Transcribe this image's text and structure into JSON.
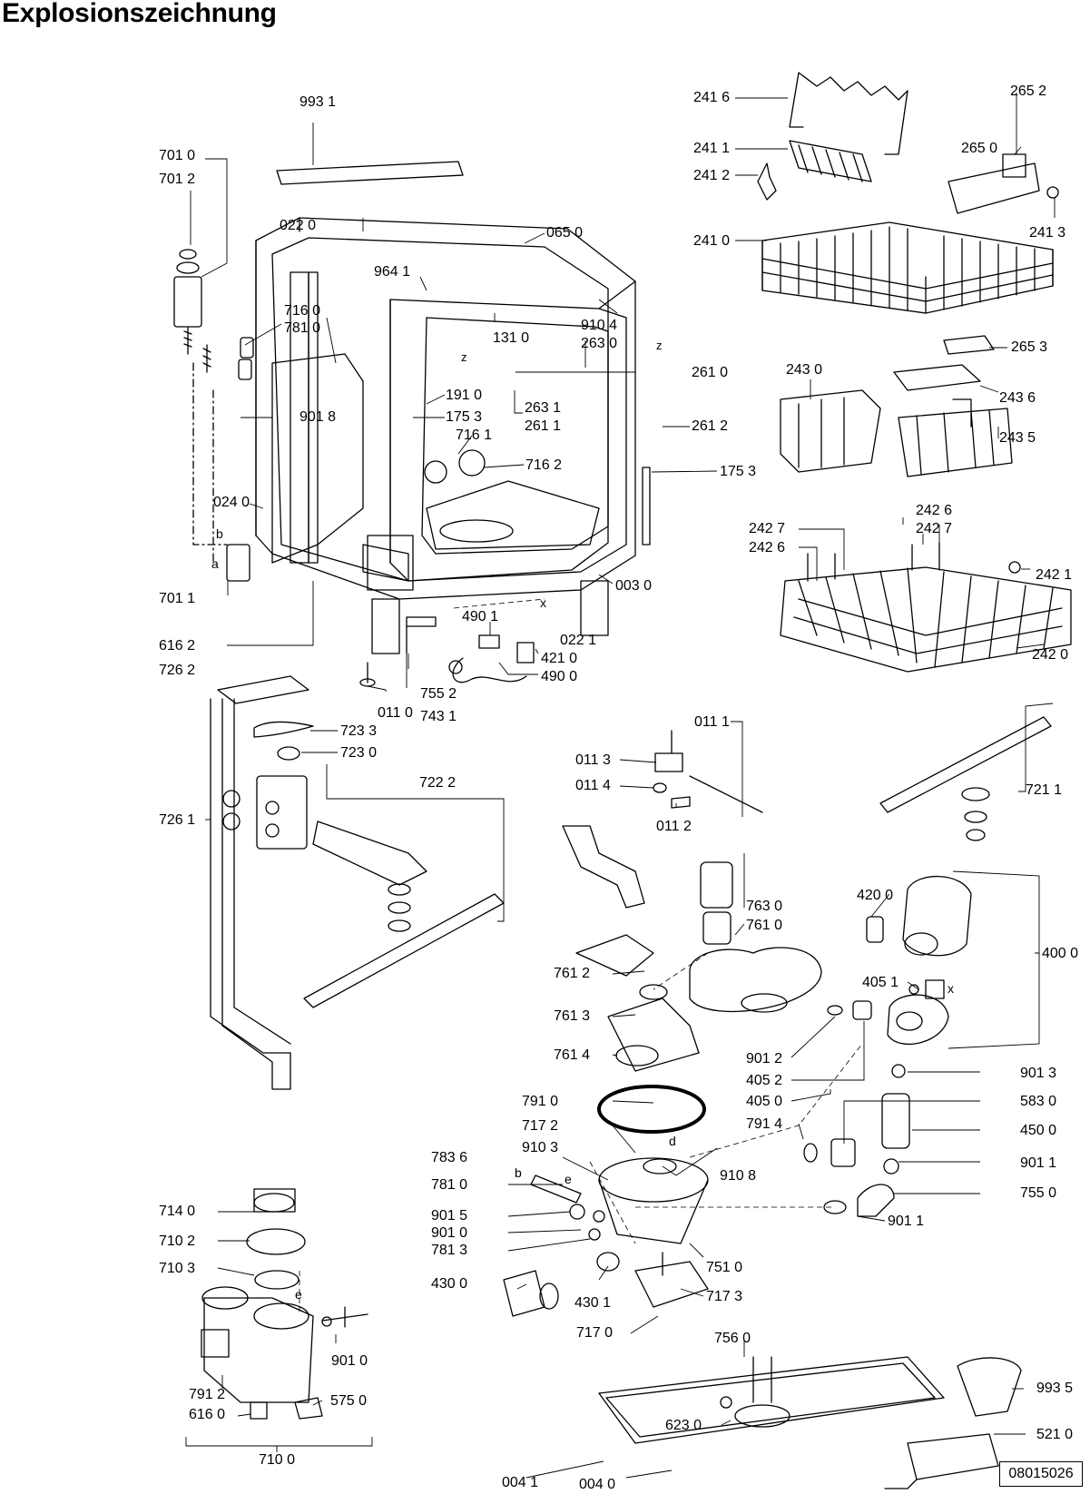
{
  "title": "Explosionszeichnung",
  "reference_number": "08015026",
  "part_labels": [
    "993 1",
    "701 0",
    "701 2",
    "022 0",
    "065 0",
    "964 1",
    "716 0",
    "781 0",
    "131 0",
    "910 4",
    "263 0",
    "191 0",
    "175 3",
    "263 1",
    "261 1",
    "261 0",
    "261 2",
    "716 1",
    "716 2",
    "901 8",
    "024 0",
    "701 1",
    "616 2",
    "003 0",
    "490 1",
    "022 1",
    "421 0",
    "490 0",
    "726 2",
    "011 0",
    "755 2",
    "743 1",
    "723 3",
    "723 0",
    "722 2",
    "726 1",
    "241 6",
    "265 2",
    "241 1",
    "265 0",
    "241 2",
    "241 3",
    "241 0",
    "265 3",
    "243 0",
    "243 6",
    "243 5",
    "175 3",
    "242 6",
    "242 7",
    "242 7",
    "242 6",
    "242 1",
    "242 0",
    "011 1",
    "011 3",
    "011 4",
    "011 2",
    "721 1",
    "763 0",
    "761 0",
    "420 0",
    "400 0",
    "761 2",
    "405 1",
    "761 3",
    "761 4",
    "901 2",
    "405 2",
    "405 0",
    "901 3",
    "583 0",
    "791 0",
    "791 4",
    "717 2",
    "450 0",
    "910 3",
    "910 8",
    "783 6",
    "901 1",
    "781 0",
    "755 0",
    "901 5",
    "901 1",
    "901 0",
    "781 3",
    "751 0",
    "430 0",
    "717 3",
    "430 1",
    "717 0",
    "756 0",
    "714 0",
    "710 2",
    "710 3",
    "901 0",
    "791 2",
    "575 0",
    "616 0",
    "710 0",
    "623 0",
    "993 5",
    "521 0",
    "004 1",
    "004 0"
  ],
  "letter_marks": [
    "b",
    "a",
    "z",
    "z",
    "x",
    "d",
    "e",
    "b",
    "e",
    "x"
  ]
}
